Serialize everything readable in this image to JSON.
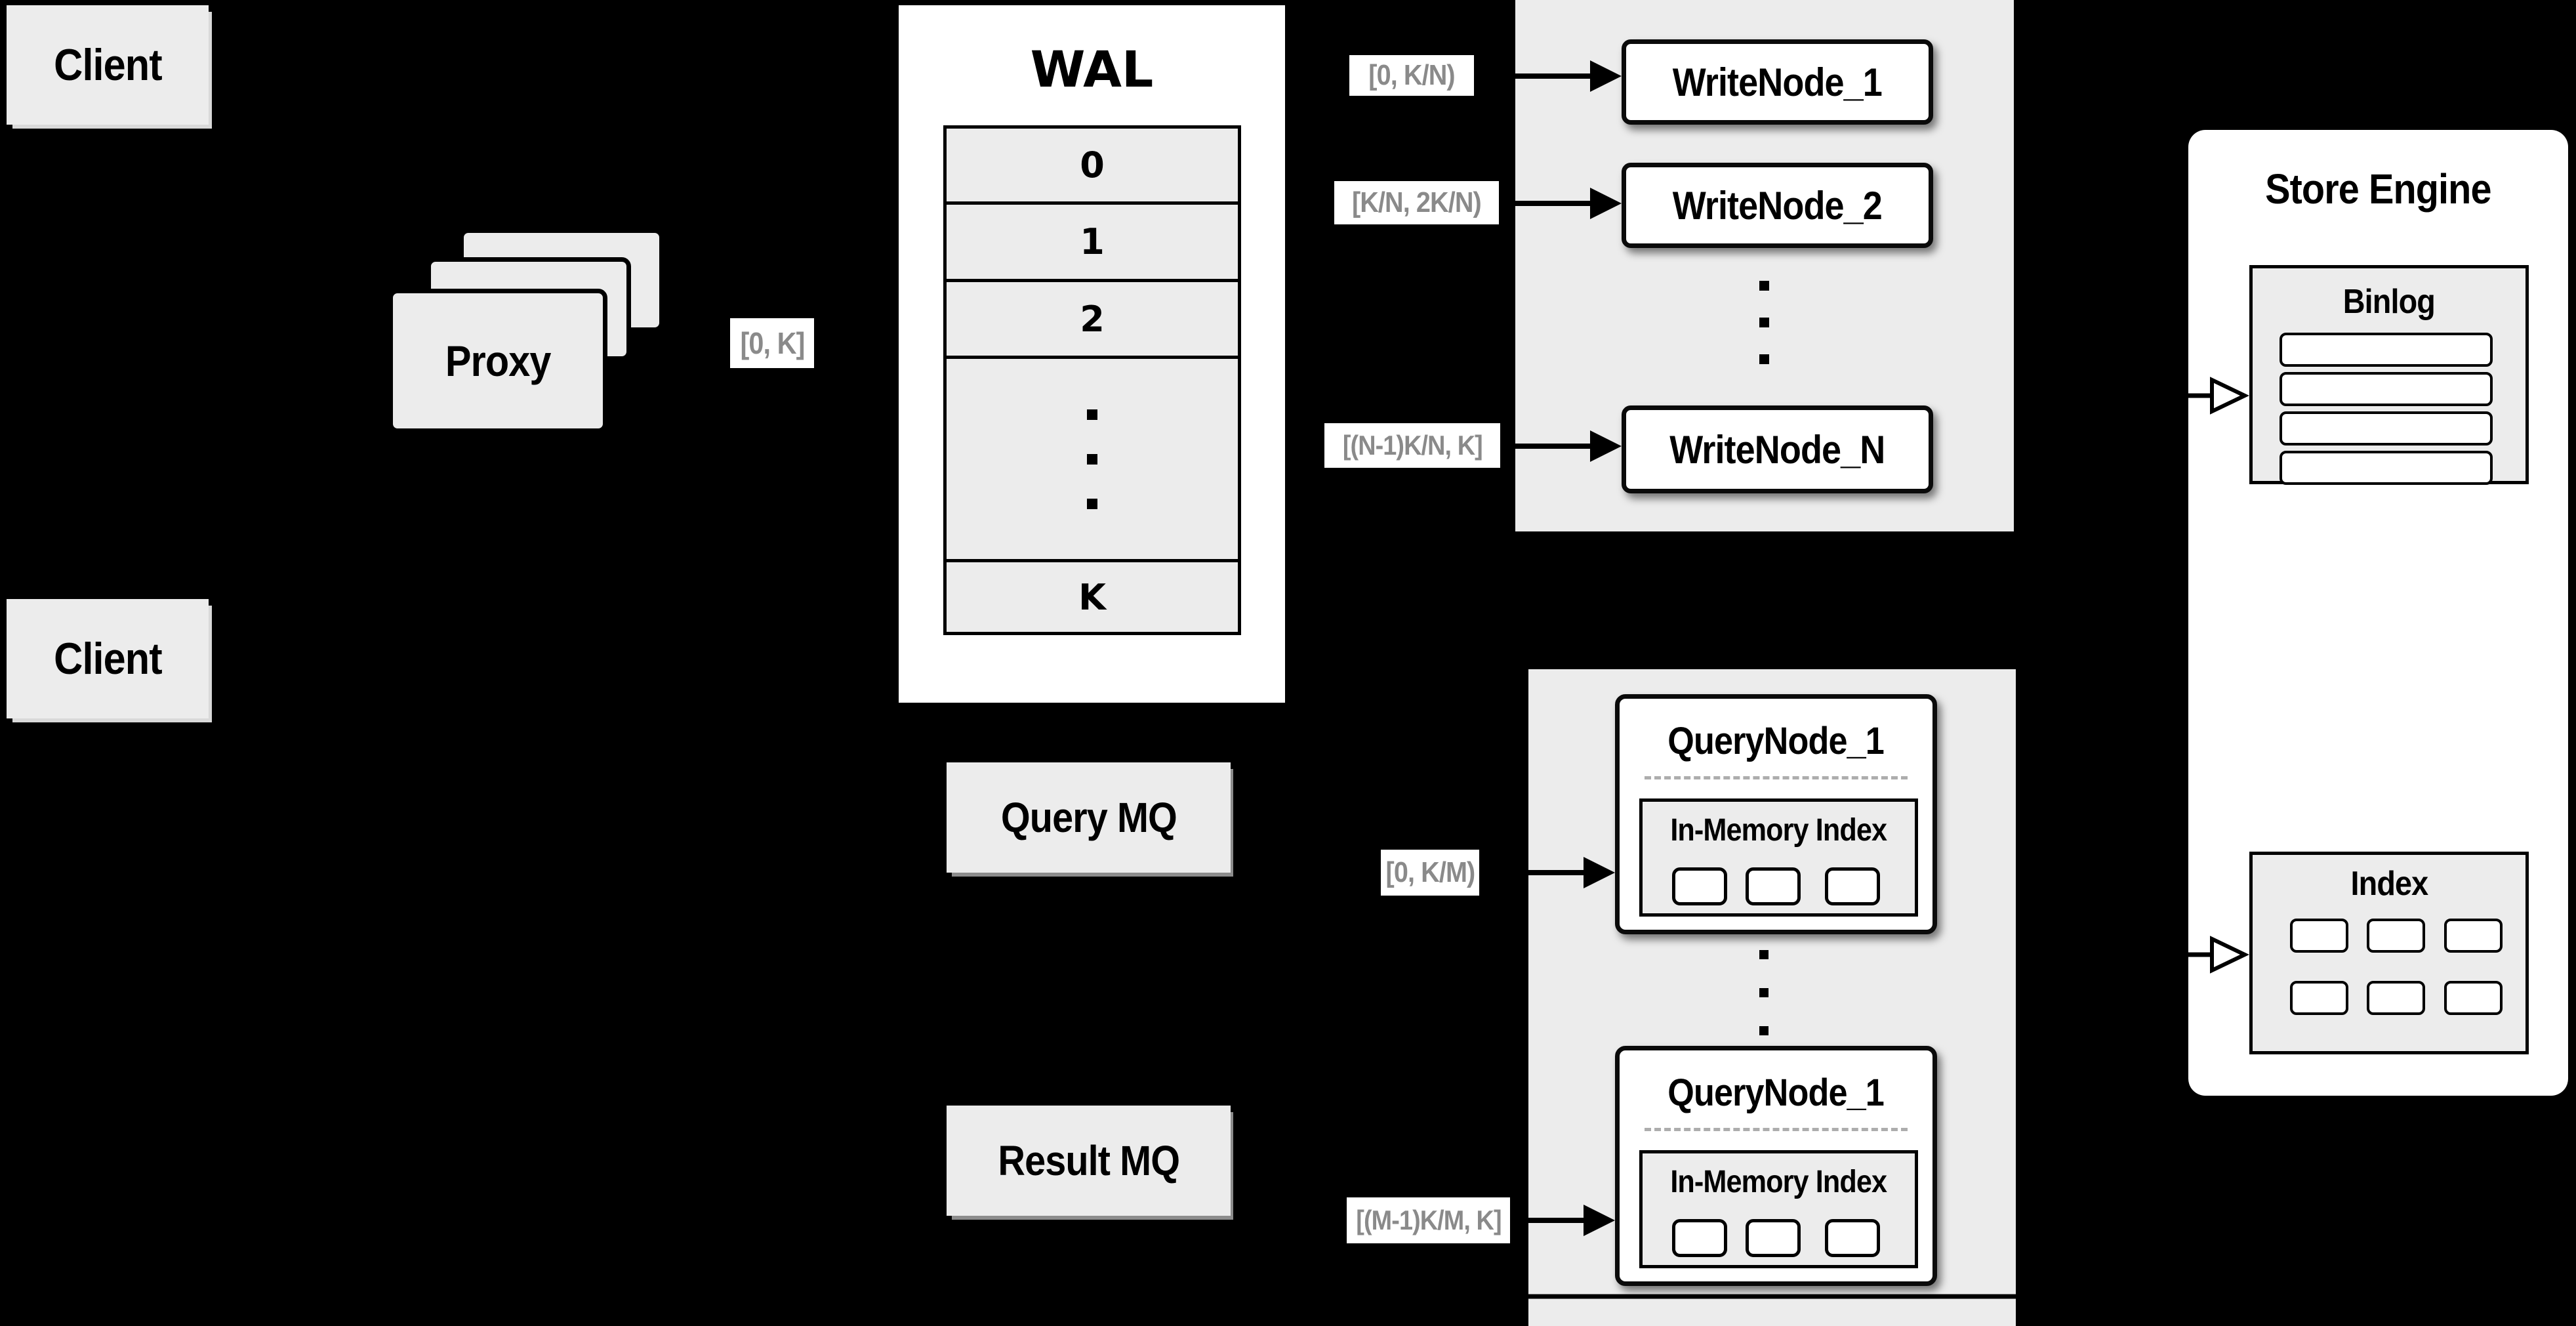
{
  "colors": {
    "background": "#000000",
    "panel_gray": "#ececec",
    "box_fill": "#ffffff",
    "line_black": "#000000",
    "range_label_text": "#8a8a8a",
    "dashed_divider": "#adadad"
  },
  "clients": {
    "top": "Client",
    "bottom": "Client"
  },
  "proxy": {
    "label": "Proxy"
  },
  "wal": {
    "title": "WAL",
    "rows": [
      "0",
      "1",
      "2"
    ],
    "last_row": "K"
  },
  "write_cluster": {
    "nodes": [
      "WriteNode_1",
      "WriteNode_2"
    ],
    "last_node": "WriteNode_N"
  },
  "query_cluster": {
    "top": {
      "title": "QueryNode_1",
      "memory_label": "In-Memory Index"
    },
    "bottom": {
      "title": "QueryNode_1",
      "memory_label": "In-Memory Index"
    }
  },
  "mq": {
    "query": "Query MQ",
    "result": "Result MQ"
  },
  "store_engine": {
    "title": "Store Engine",
    "binlog_title": "Binlog",
    "index_title": "Index"
  },
  "range_labels": {
    "client_to_wal": "[0, K]",
    "write_1": "[0, K/N)",
    "write_2": "[K/N, 2K/N)",
    "write_n": "[(N-1)K/N, K]",
    "query_top": "[0, K/M)",
    "query_bottom": "[(M-1)K/M, K]"
  }
}
